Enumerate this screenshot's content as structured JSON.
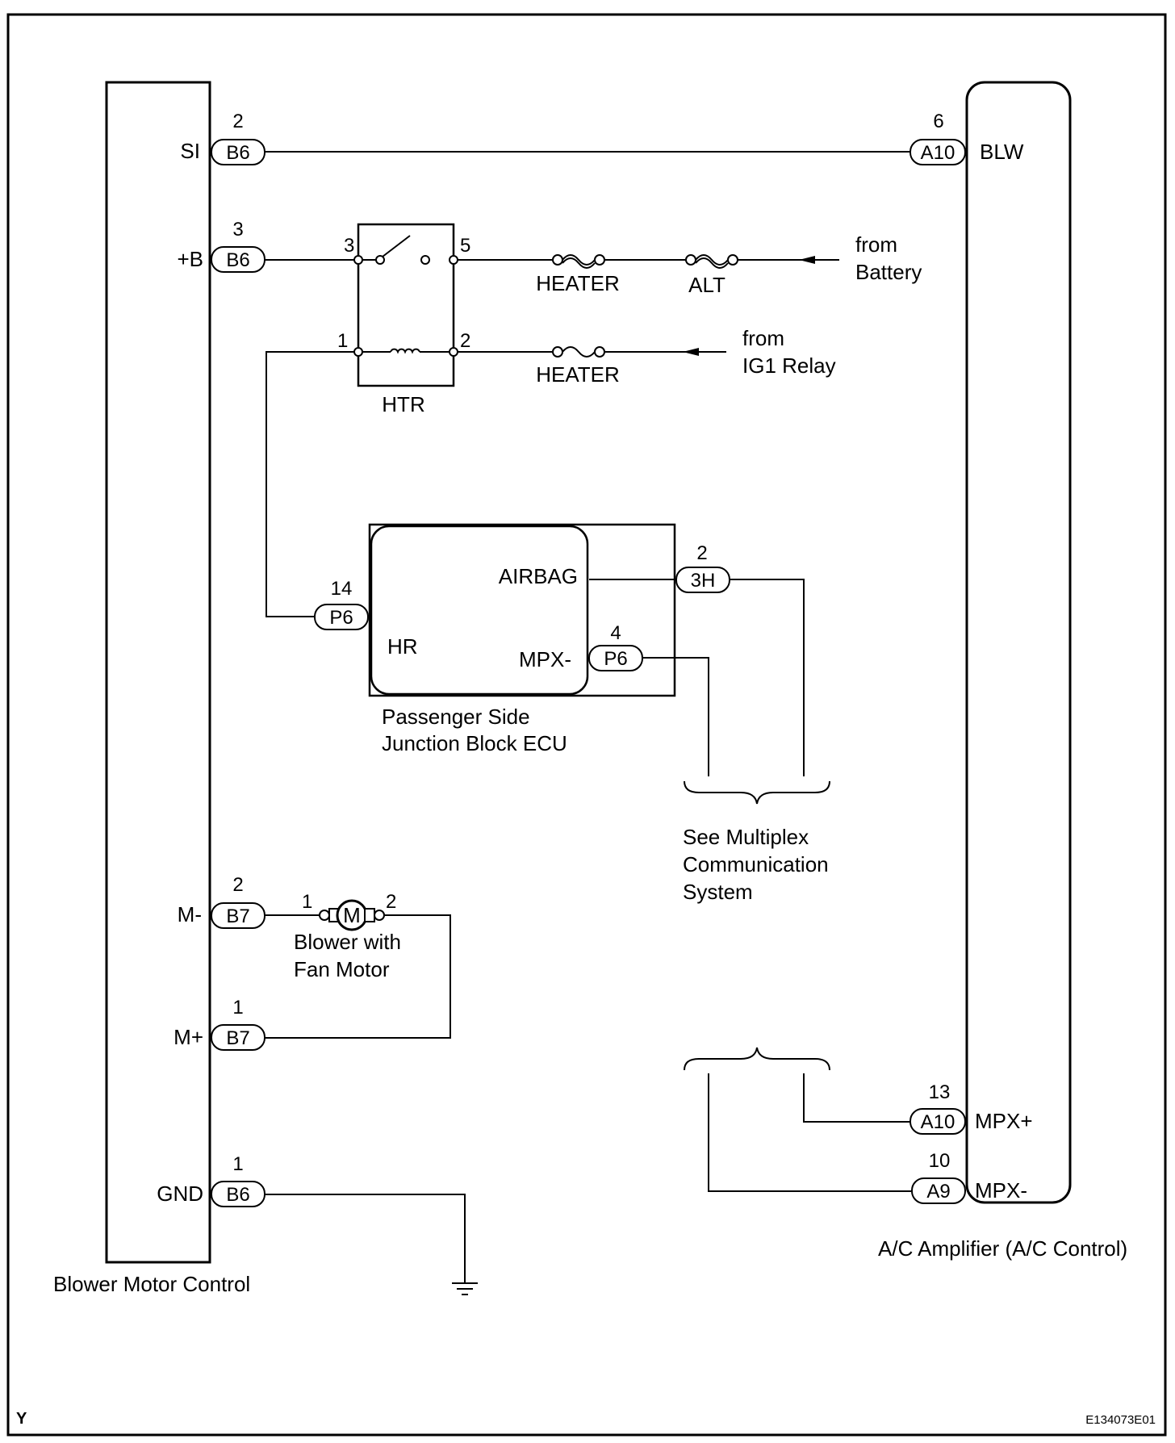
{
  "components": {
    "blower_motor_control": "Blower Motor Control",
    "ac_amplifier": "A/C Amplifier (A/C Control)",
    "htr_relay": "HTR",
    "junction_block_line1": "Passenger Side",
    "junction_block_line2": "Junction Block ECU",
    "blower_fan_line1": "Blower with",
    "blower_fan_line2": "Fan Motor",
    "motor_symbol": "M"
  },
  "left_terminals": {
    "si": {
      "name": "SI",
      "pin": "2",
      "connector": "B6"
    },
    "plus_b": {
      "name": "+B",
      "pin": "3",
      "connector": "B6"
    },
    "m_minus": {
      "name": "M-",
      "pin": "2",
      "connector": "B7"
    },
    "m_plus": {
      "name": "M+",
      "pin": "1",
      "connector": "B7"
    },
    "gnd": {
      "name": "GND",
      "pin": "1",
      "connector": "B6"
    }
  },
  "right_terminals": {
    "blw": {
      "name": "BLW",
      "pin": "6",
      "connector": "A10"
    },
    "mpx_plus": {
      "name": "MPX+",
      "pin": "13",
      "connector": "A10"
    },
    "mpx_minus": {
      "name": "MPX-",
      "pin": "10",
      "connector": "A9"
    }
  },
  "relay_pins": {
    "p3": "3",
    "p5": "5",
    "p1": "1",
    "p2": "2"
  },
  "fuses": {
    "heater_1": "HEATER",
    "alt": "ALT",
    "heater_2": "HEATER"
  },
  "sources": {
    "battery_line1": "from",
    "battery_line2": "Battery",
    "ig1_line1": "from",
    "ig1_line2": "IG1 Relay"
  },
  "junction_block": {
    "hr_pin": "14",
    "hr_connector": "P6",
    "hr_label": "HR",
    "airbag_label": "AIRBAG",
    "airbag_pin": "2",
    "airbag_connector": "3H",
    "mpx_label": "MPX-",
    "mpx_pin": "4",
    "mpx_connector": "P6"
  },
  "motor_pins": {
    "p1": "1",
    "p2": "2"
  },
  "note": {
    "line1": "See Multiplex",
    "line2": "Communication",
    "line3": "System"
  },
  "footer": {
    "left": "Y",
    "right": "E134073E01"
  }
}
